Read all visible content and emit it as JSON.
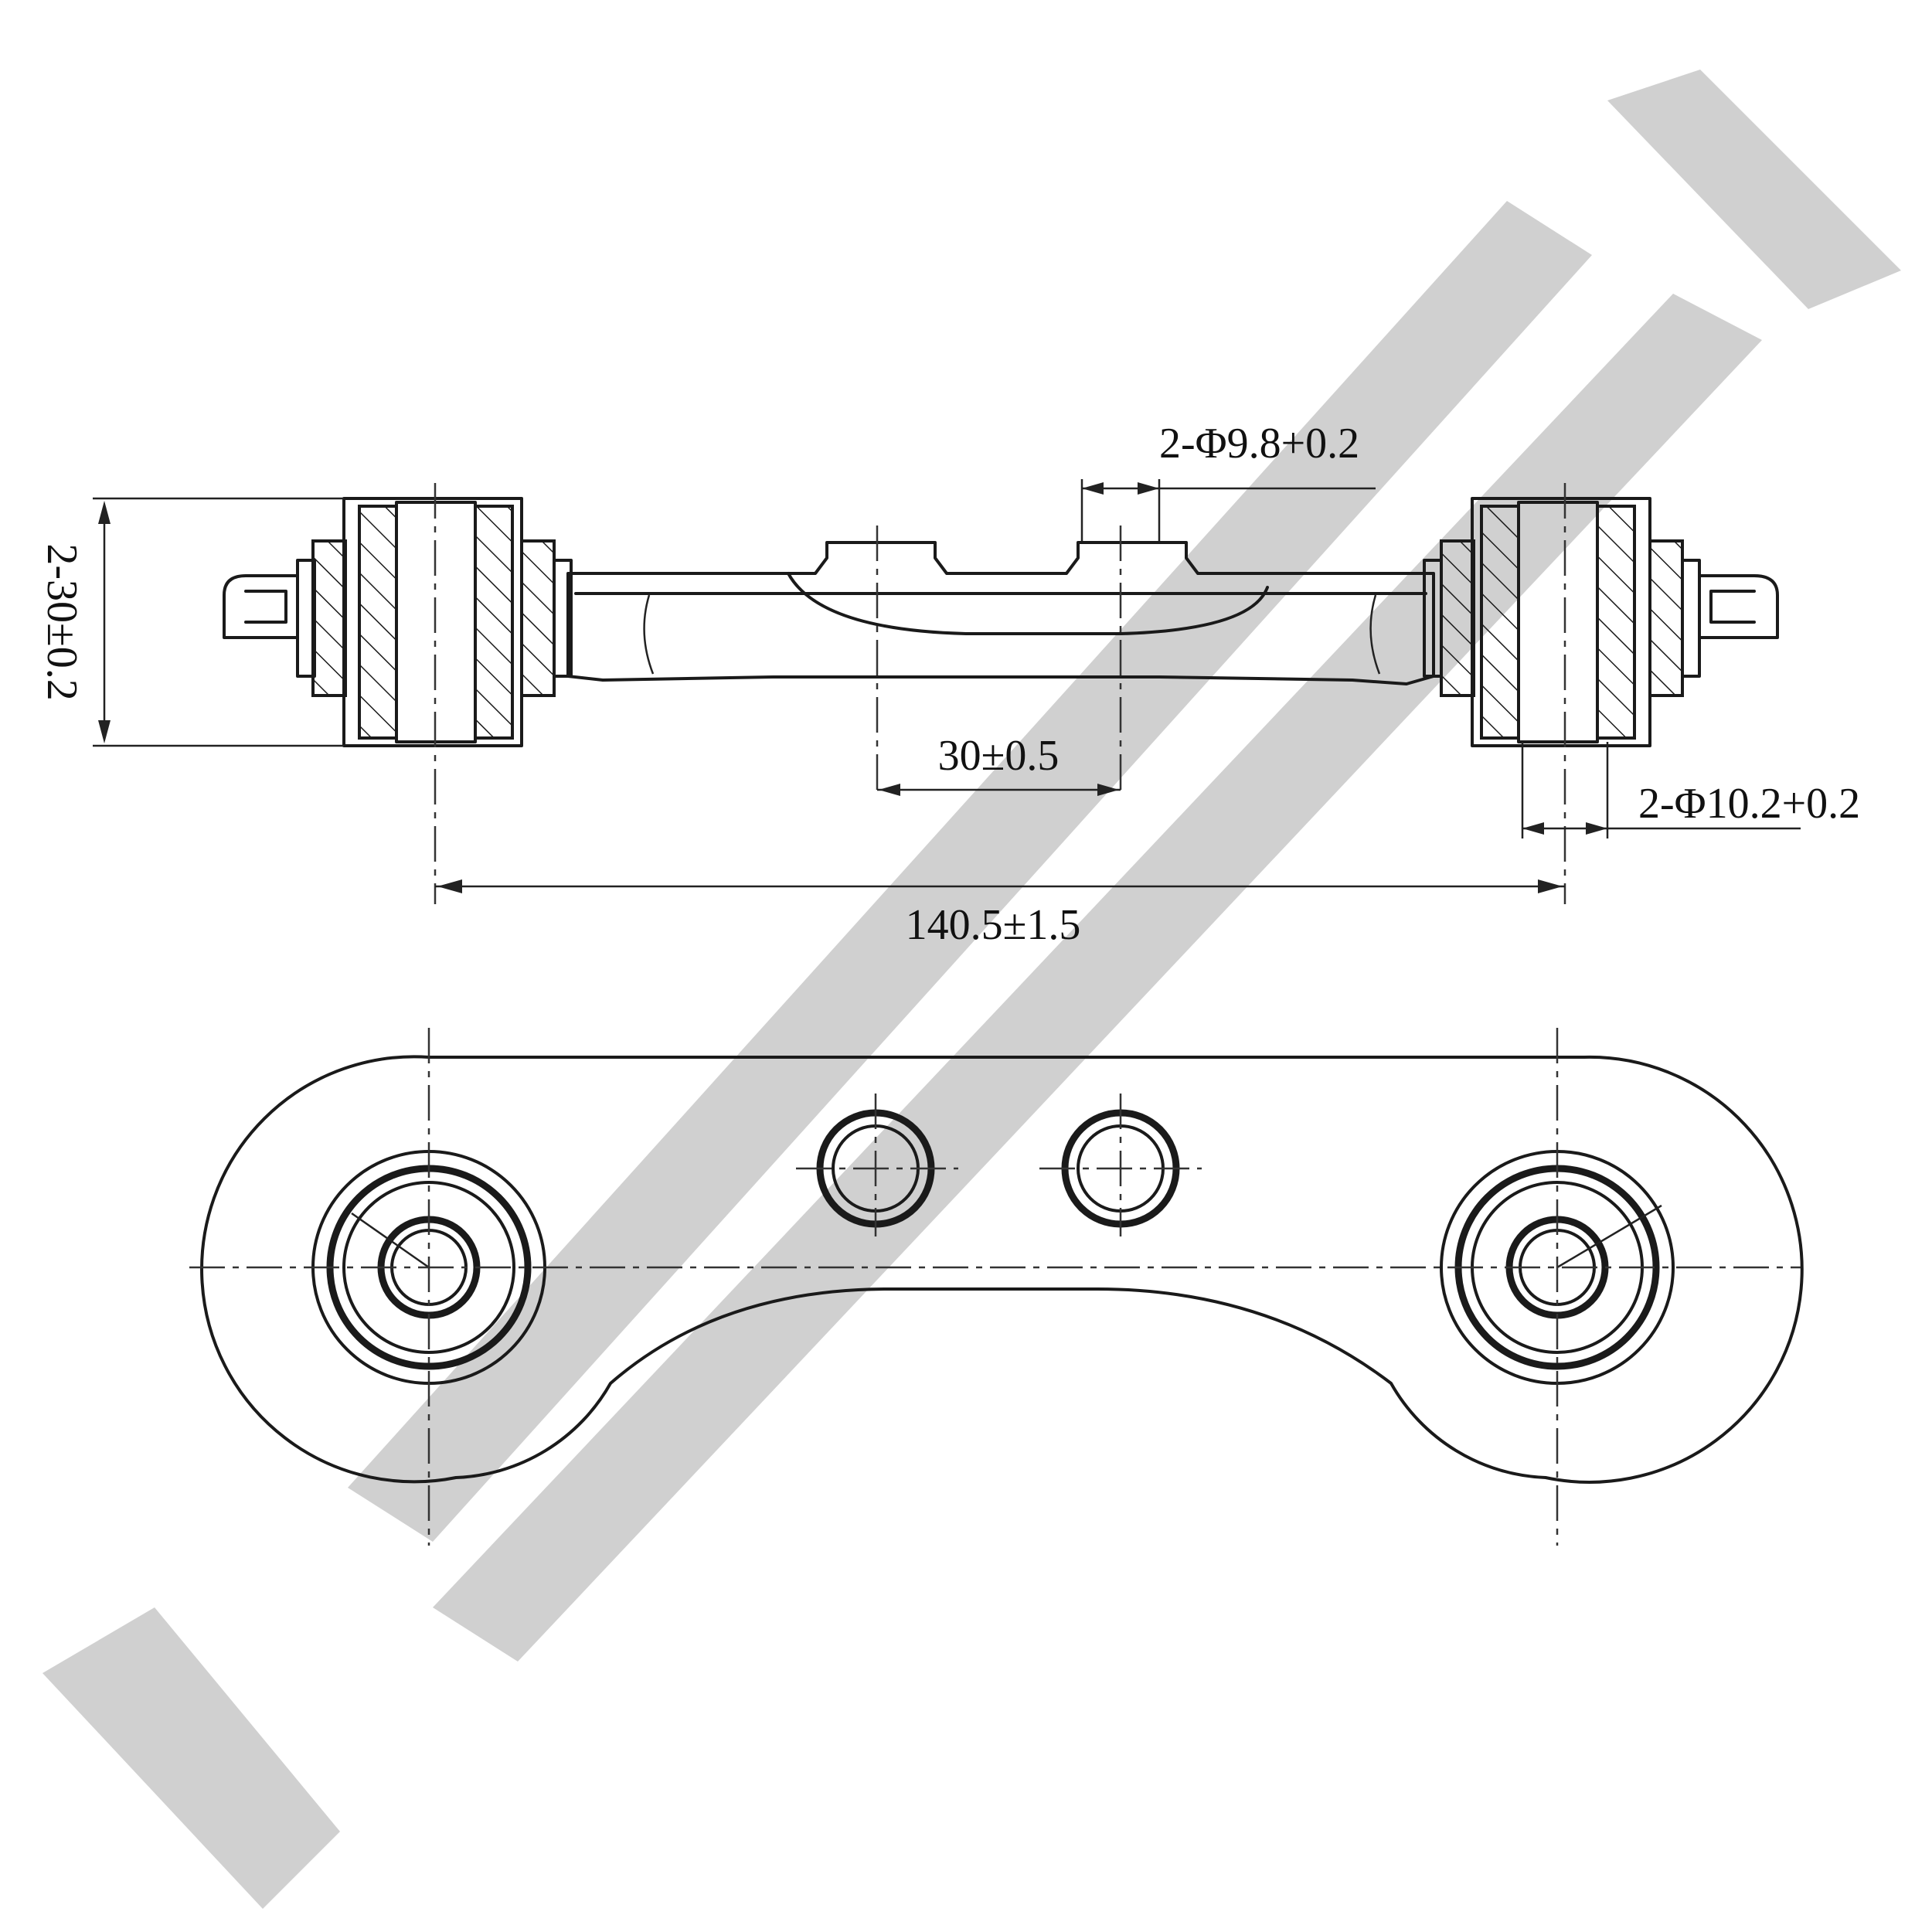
{
  "dimensions": {
    "bush_width": "2-30±0.2",
    "small_hole": "2-Φ9.8+0.2",
    "small_hole_spacing": "30±0.5",
    "large_hole": "2-Φ10.2+0.2",
    "center_distance": "140.5±1.5"
  }
}
